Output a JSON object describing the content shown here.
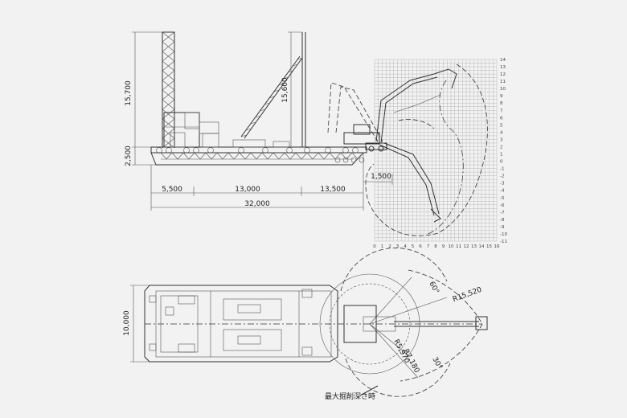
{
  "side_view": {
    "dims": {
      "tower_height": "15,700",
      "boom_height": "15,600",
      "hull_height": "2,500",
      "span_left": "5,500",
      "span_mid": "13,000",
      "span_right": "13,500",
      "overall_length": "32,000",
      "offset": "1,500"
    },
    "grid_x_ticks": [
      "0",
      "1",
      "2",
      "3",
      "4",
      "5",
      "6",
      "7",
      "8",
      "9",
      "10",
      "11",
      "12",
      "13",
      "14",
      "15",
      "16"
    ],
    "grid_y_ticks": [
      "14",
      "13",
      "12",
      "11",
      "10",
      "9",
      "8",
      "7",
      "6",
      "5",
      "4",
      "3",
      "2",
      "1",
      "0",
      "-1",
      "-2",
      "-3",
      "-4",
      "-5",
      "-6",
      "-7",
      "-8",
      "-9",
      "-10",
      "-11"
    ]
  },
  "plan_view": {
    "dims": {
      "width": "10,000",
      "radius_large": "R15,520",
      "radius_mid": "R7,180",
      "radius_small": "R5,970",
      "angle_top": "60°",
      "angle_bottom": "30°"
    },
    "note": "最大掘削深さ時"
  }
}
